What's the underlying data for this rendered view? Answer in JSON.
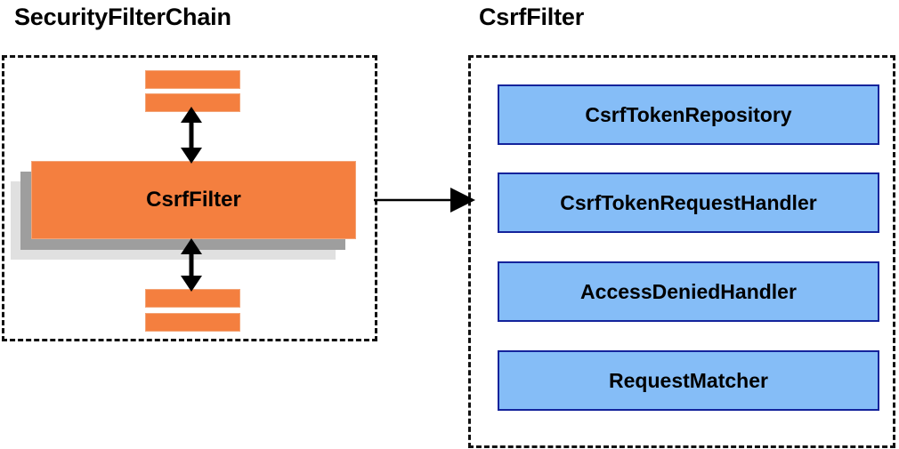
{
  "diagram": {
    "title_left": "SecurityFilterChain",
    "title_right": "CsrfFilter",
    "colors": {
      "orange_fill": "#f47f3f",
      "orange_border": "#f3a477",
      "blue_fill": "#85bdf7",
      "blue_border": "#14239b",
      "shadow_near": "#9e9e9e",
      "shadow_far": "#e0e0e0",
      "outline": "#111111"
    },
    "left_panel": {
      "main_box_label": "CsrfFilter",
      "filter_bars_above": 2,
      "filter_bars_below": 2,
      "connector_top": "double-headed-vertical-arrow",
      "connector_bottom": "double-headed-vertical-arrow"
    },
    "connector_between_panels": "single-headed-right-arrow",
    "right_panel": {
      "collaborators": [
        {
          "label": "CsrfTokenRepository"
        },
        {
          "label": "CsrfTokenRequestHandler"
        },
        {
          "label": "AccessDeniedHandler"
        },
        {
          "label": "RequestMatcher"
        }
      ]
    }
  }
}
